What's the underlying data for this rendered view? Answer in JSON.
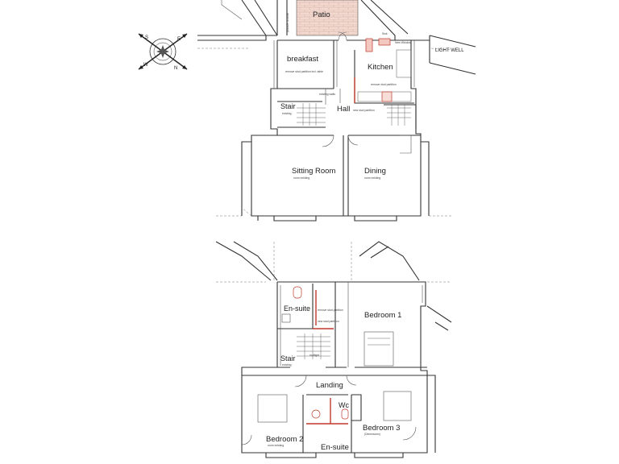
{
  "ground_floor": {
    "rooms": {
      "patio": "Patio",
      "breakfast": "breakfast",
      "kitchen": "Kitchen",
      "stair": "Stair",
      "hall": "Hall",
      "sitting_room": "Sitting Room",
      "dining": "Dining"
    },
    "external": {
      "light_well": "LIGHT WELL"
    },
    "notes": {
      "plumber_boiler": "plumber & boiler",
      "new_window": "New Window",
      "sink": "Sink",
      "breakfast_note": "remove stud partition incl. table",
      "kitchen_note": "remove stud partition",
      "hall_partition": "new stud partition",
      "existing_walls": "existing walls",
      "stair_existing": "existing",
      "sitting_existing": "room existing",
      "dining_existing": "room existing"
    }
  },
  "first_floor": {
    "rooms": {
      "en_suite_1": "En-suite",
      "bedroom_1": "Bedroom 1",
      "stair": "Stair",
      "landing": "Landing",
      "wc": "Wc",
      "bedroom_2": "Bedroom 2",
      "bedroom_3": "Bedroom 3",
      "en_suite_2": "En-suite"
    },
    "notes": {
      "remove_partition": "remove stud partition",
      "new_partition": "new stud partition",
      "rooflight": "rooflight",
      "stair_existing": "existing",
      "bedroom2_existing": "room existing",
      "bedroom3_existing": "(Dimensions)"
    }
  },
  "compass": {
    "north": "N",
    "south": "S",
    "east": "E",
    "west": "W"
  },
  "colors": {
    "walls": "#333333",
    "new_work": "#c0392b",
    "patio_fill": "#f2d8cf"
  }
}
